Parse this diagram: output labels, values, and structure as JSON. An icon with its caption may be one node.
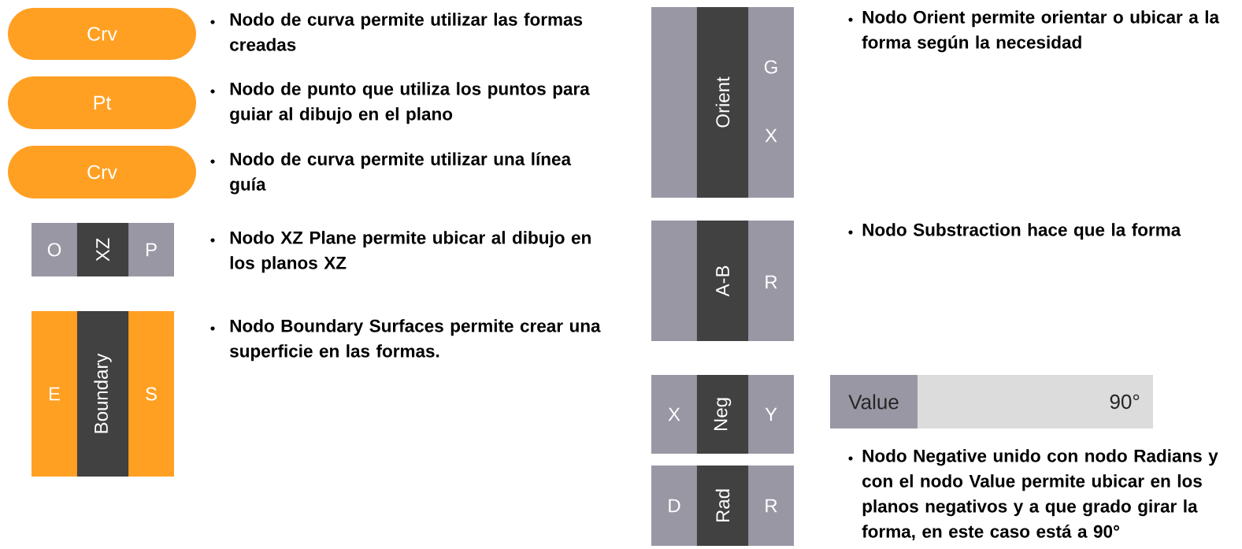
{
  "diagram": {
    "nodes": [
      {
        "text": [
          "Crv"
        ],
        "beside": [
          "Nodo de curva permite utilizar las formas creadas"
        ]
      },
      {
        "text": [
          "Pt"
        ],
        "beside": [
          "Nodo de punto que utiliza los puntos para guiar al dibujo en el plano"
        ]
      },
      {
        "text": [
          "Crv"
        ],
        "beside": [
          "Nodo de curva permite utilizar una línea guía"
        ]
      },
      {
        "text": [
          "O",
          "XZ",
          "P"
        ],
        "beside": [
          "Nodo XZ Plane permite ubicar al dibujo en los planos XZ"
        ]
      },
      {
        "text": [
          "E",
          "Boundary",
          "S"
        ],
        "beside": [
          "Nodo Boundary Surfaces permite crear una superficie en las formas."
        ]
      },
      {
        "text": [
          "Orient",
          "G",
          "X"
        ]
      },
      {
        "text": [
          "A-B",
          "R"
        ]
      },
      {
        "text": [
          "X",
          "Neg",
          "Y"
        ]
      },
      {
        "text": [
          "D",
          "Rad",
          "R"
        ]
      },
      {
        "text": [
          "Value",
          "90°"
        ],
        "beside": [
          "Nodo Negative unido con nodo Radians y con el nodo Value permite ubicar en los planos negativos y a que grado girar la forma, en este caso está a 90°"
        ]
      }
    ],
    "labels": [
      "Nodo Orient permite orientar o ubicar a la forma según la necesidad",
      "Nodo Substraction hace que la forma"
    ]
  }
}
